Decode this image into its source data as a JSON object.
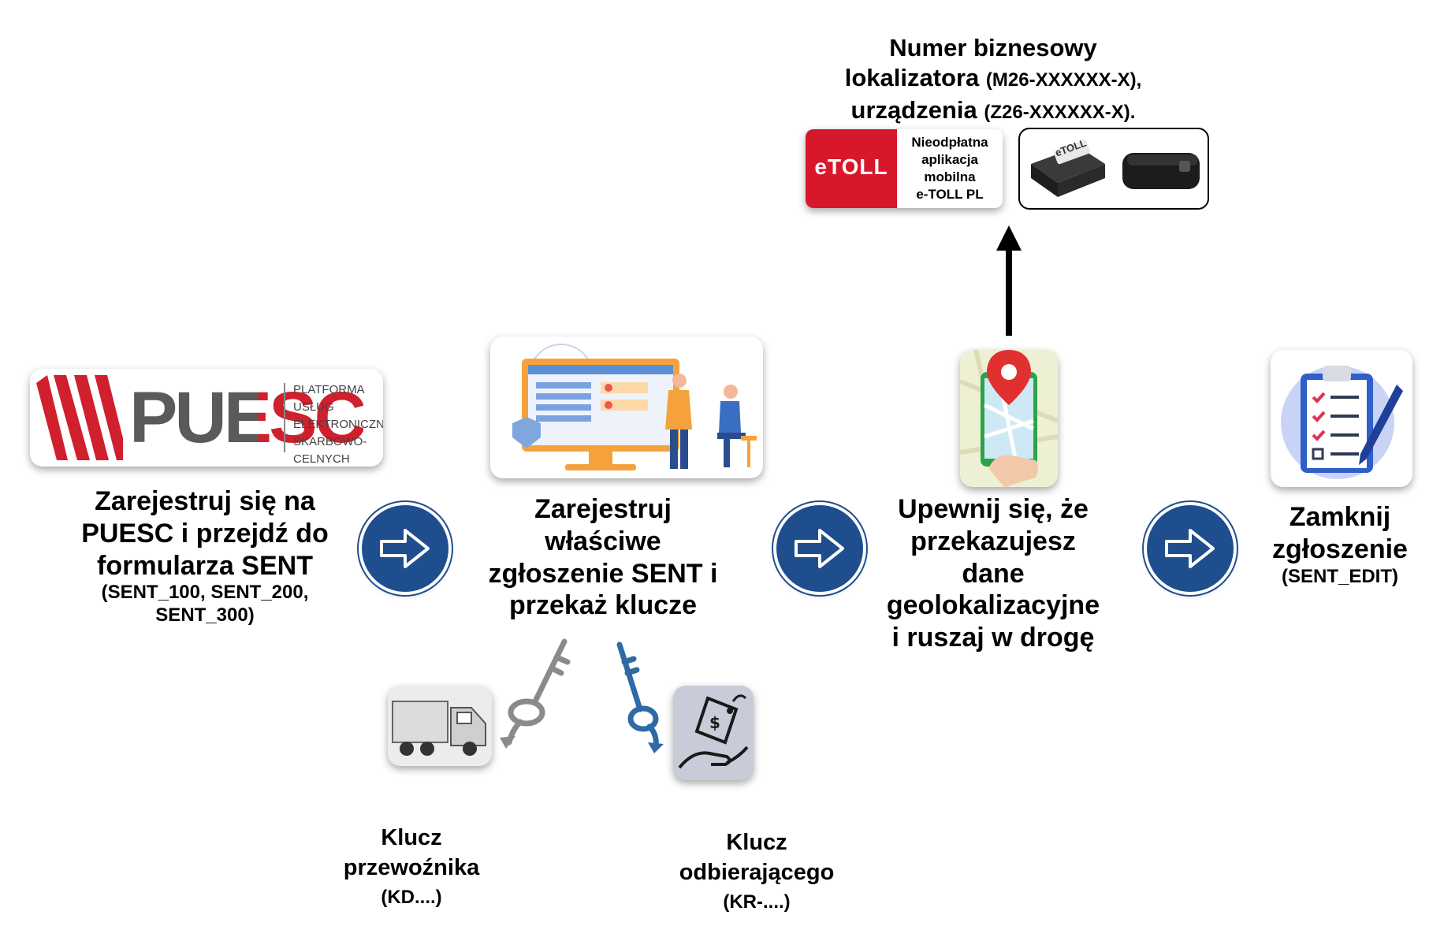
{
  "puesc": {
    "logo_text": "PUESC",
    "subtitle_lines": [
      "PLATFORMA",
      "USŁUG",
      "ELEKTRONICZNYCH",
      "SKARBOWO-CELNYCH"
    ]
  },
  "step1": {
    "lines": [
      "Zarejestruj się na",
      "PUESC i przejdź do",
      "formularza SENT"
    ],
    "code_lines": [
      "(SENT_100, SENT_200,",
      "SENT_300)"
    ]
  },
  "step2": {
    "lines": [
      "Zarejestruj",
      "właściwe",
      "zgłoszenie SENT i",
      "przekaż klucze"
    ]
  },
  "step3": {
    "lines": [
      "Upewnij się, że",
      "przekazujesz",
      "dane",
      "geolokalizacyjne",
      "i ruszaj w drogę"
    ]
  },
  "step4": {
    "lines": [
      "Zamknij",
      "zgłoszenie"
    ],
    "code": "(SENT_EDIT)"
  },
  "top": {
    "line1": "Numer biznesowy",
    "line2_main": "lokalizatora",
    "line2_code": "(M26-XXXXXX-X),",
    "line3_main": "urządzenia",
    "line3_code": "(Z26-XXXXXX-X)."
  },
  "etoll": {
    "logo_text": "eTOLL",
    "app_lines": [
      "Nieodpłatna",
      "aplikacja",
      "mobilna",
      "e-TOLL PL"
    ],
    "device_label": "eTOLL"
  },
  "key_carrier": {
    "lines": [
      "Klucz",
      "przewoźnika"
    ],
    "code": "(KD....)"
  },
  "key_receiver": {
    "lines": [
      "Klucz",
      "odbierającego"
    ],
    "code": "(KR-....)"
  },
  "colors": {
    "arrow_circle": "#1f4e8f",
    "puesc_red": "#d0202e",
    "etoll_red": "#d7182a",
    "key_gray": "#8a8a8a",
    "key_blue": "#2e6aa6"
  }
}
